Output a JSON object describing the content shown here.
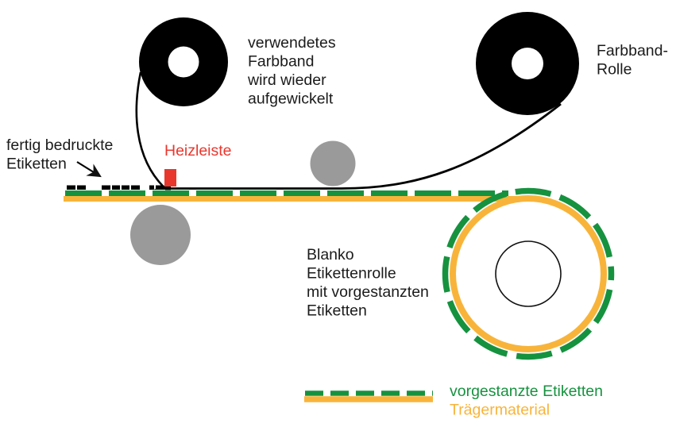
{
  "diagram": {
    "description": "Thermal transfer label printing process diagram",
    "labels": {
      "used_ribbon": {
        "lines": [
          "verwendetes",
          "Farbband",
          "wird wieder",
          "aufgewickelt"
        ]
      },
      "ribbon_roll": {
        "lines": [
          "Farbband-",
          "Rolle"
        ]
      },
      "printed_labels": {
        "lines": [
          "fertig bedruckte",
          "Etiketten"
        ]
      },
      "heat_bar": {
        "text": "Heizleiste"
      },
      "blank_roll": {
        "lines": [
          "Blanko",
          "Etikettenrolle",
          "mit vorgestanzten",
          "Etiketten"
        ]
      }
    },
    "legend": {
      "items": [
        {
          "swatch": "green-dashed-line",
          "label": "vorgestanzte Etiketten"
        },
        {
          "swatch": "orange-solid-line",
          "label": "Trägermaterial"
        }
      ]
    },
    "colors": {
      "label_green": "#16923f",
      "carrier_orange": "#f8b43a",
      "heat_red": "#e8382e",
      "roller_gray": "#9a9a9a",
      "ribbon_black": "#000000"
    }
  }
}
